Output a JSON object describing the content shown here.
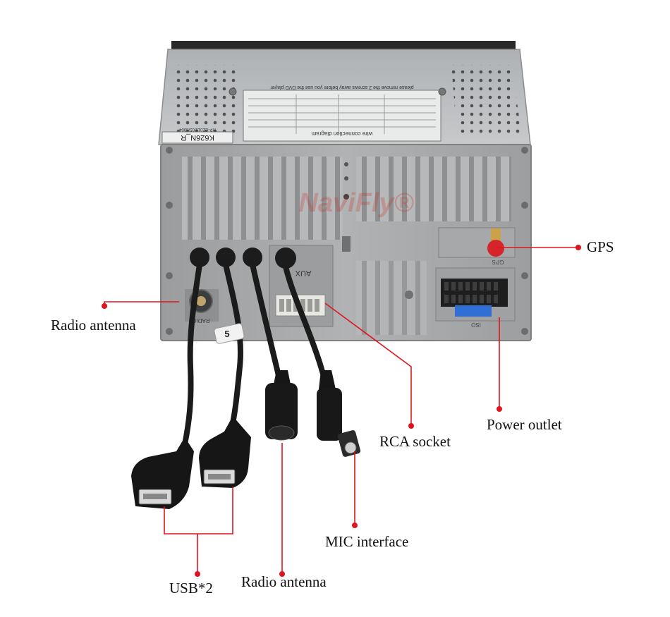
{
  "product": {
    "model_label": "K626N_R",
    "serial_label": "RP-CZ019/05/8004",
    "watermark": "NaviFly®",
    "sticker_title": "wire connection diagram",
    "sticker_note": "please remove the 2 screws away before you use the DVD player",
    "gps_port_label": "GPS",
    "power_port_label": "ISO",
    "rca_label": "AUX",
    "usb_tag": "5",
    "antenna_port_label": "RADIO"
  },
  "callouts": [
    {
      "id": "gps",
      "label": "GPS",
      "marker_color": "#e0141e"
    },
    {
      "id": "radio-antenna-left",
      "label": "Radio antenna",
      "marker_color": "#e0141e"
    },
    {
      "id": "power-outlet",
      "label": "Power outlet",
      "marker_color": "#e0141e"
    },
    {
      "id": "rca-socket",
      "label": "RCA socket",
      "marker_color": "#e0141e"
    },
    {
      "id": "mic-interface",
      "label": "MIC interface",
      "marker_color": "#e0141e"
    },
    {
      "id": "usb",
      "label": "USB*2",
      "marker_color": "#e0141e"
    },
    {
      "id": "radio-antenna-bottom",
      "label": "Radio antenna",
      "marker_color": "#e0141e"
    }
  ],
  "colors": {
    "line": "#e0141e",
    "chassis_top": "#b9bcbf",
    "panel": "#a9abad",
    "cable": "#1b1b1b",
    "gps_connector": "#d4262a",
    "iso_insert": "#2f6fd6"
  }
}
